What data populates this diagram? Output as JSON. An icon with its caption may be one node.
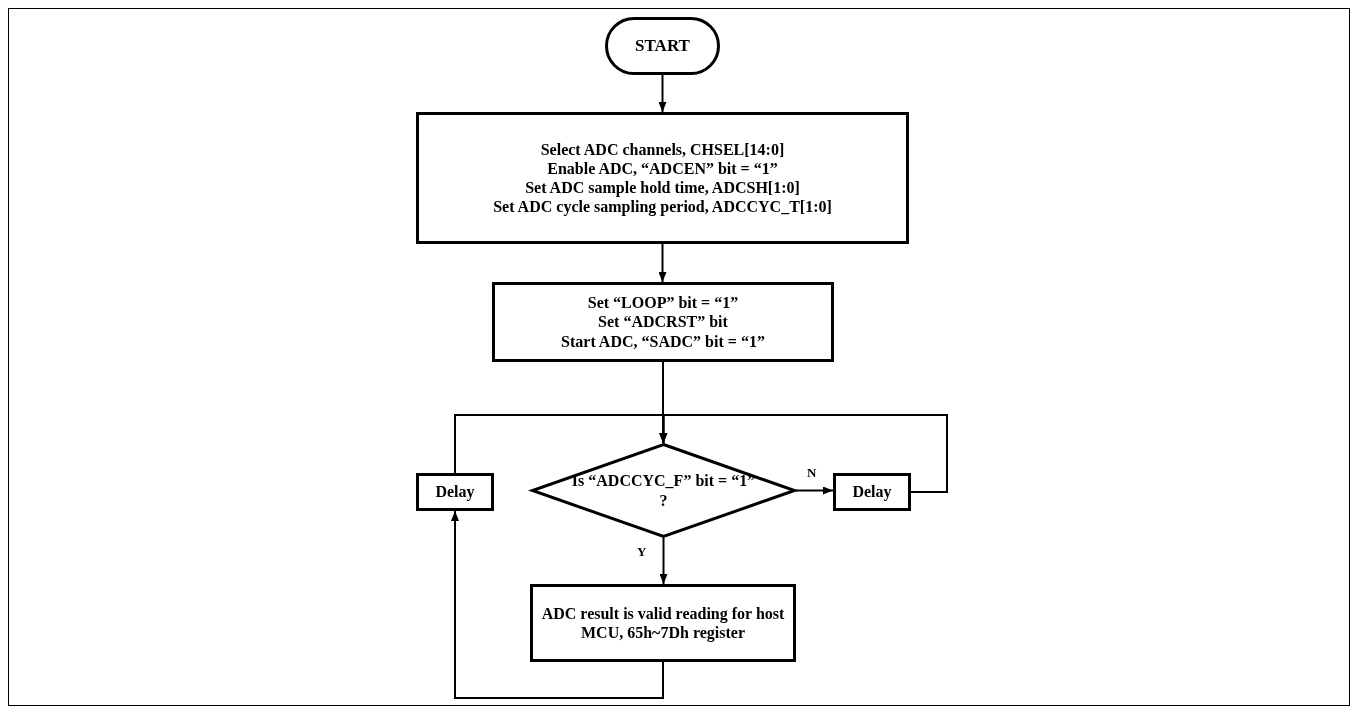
{
  "diagram": {
    "nodes": [
      {
        "text": [
          "START"
        ]
      },
      {
        "text": [
          "Select ADC channels, CHSEL[14:0]",
          "Enable ADC, “ADCEN” bit = “1”",
          "Set ADC sample hold time, ADCSH[1:0]",
          "Set ADC cycle sampling period, ADCCYC_T[1:0]"
        ]
      },
      {
        "text": [
          "Set “LOOP” bit = “1”",
          "Set “ADCRST” bit",
          "Start ADC, “SADC” bit = “1”"
        ]
      },
      {
        "text": [
          "Is “ADCCYC_F” bit = “1” ?"
        ]
      },
      {
        "text": [
          "Delay"
        ]
      },
      {
        "text": [
          "Delay"
        ]
      },
      {
        "text": [
          "ADC result is valid reading for host MCU, 65h~7Dh register"
        ]
      }
    ],
    "edges": [
      {
        "from": 0,
        "to": 1,
        "arrow": "to"
      },
      {
        "from": 1,
        "to": 2,
        "arrow": "to"
      },
      {
        "from": 2,
        "to": 3,
        "arrow": "to"
      },
      {
        "from": 3,
        "to": 5,
        "arrow": "to",
        "label": "N"
      },
      {
        "from": 5,
        "to": 3,
        "arrow": "to"
      },
      {
        "from": 4,
        "to": 3,
        "arrow": "to"
      },
      {
        "from": 3,
        "to": 6,
        "arrow": "to",
        "label": "Y"
      },
      {
        "from": 6,
        "to": 4,
        "arrow": "to"
      }
    ]
  }
}
